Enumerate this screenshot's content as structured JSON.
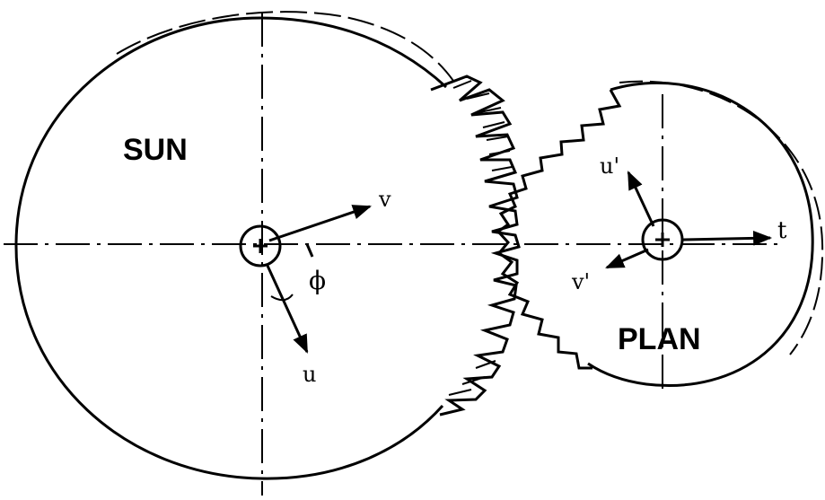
{
  "gears": {
    "sun_label": "SUN",
    "planet_label": "PLAN"
  },
  "sun_axes": {
    "u_label": "u",
    "v_label": "v",
    "angle_label": "ϕ"
  },
  "planet_axes": {
    "u_label": "u'",
    "v_label": "v'",
    "t_label": "t"
  },
  "colors": {
    "ink": "#000000",
    "background": "#ffffff"
  }
}
